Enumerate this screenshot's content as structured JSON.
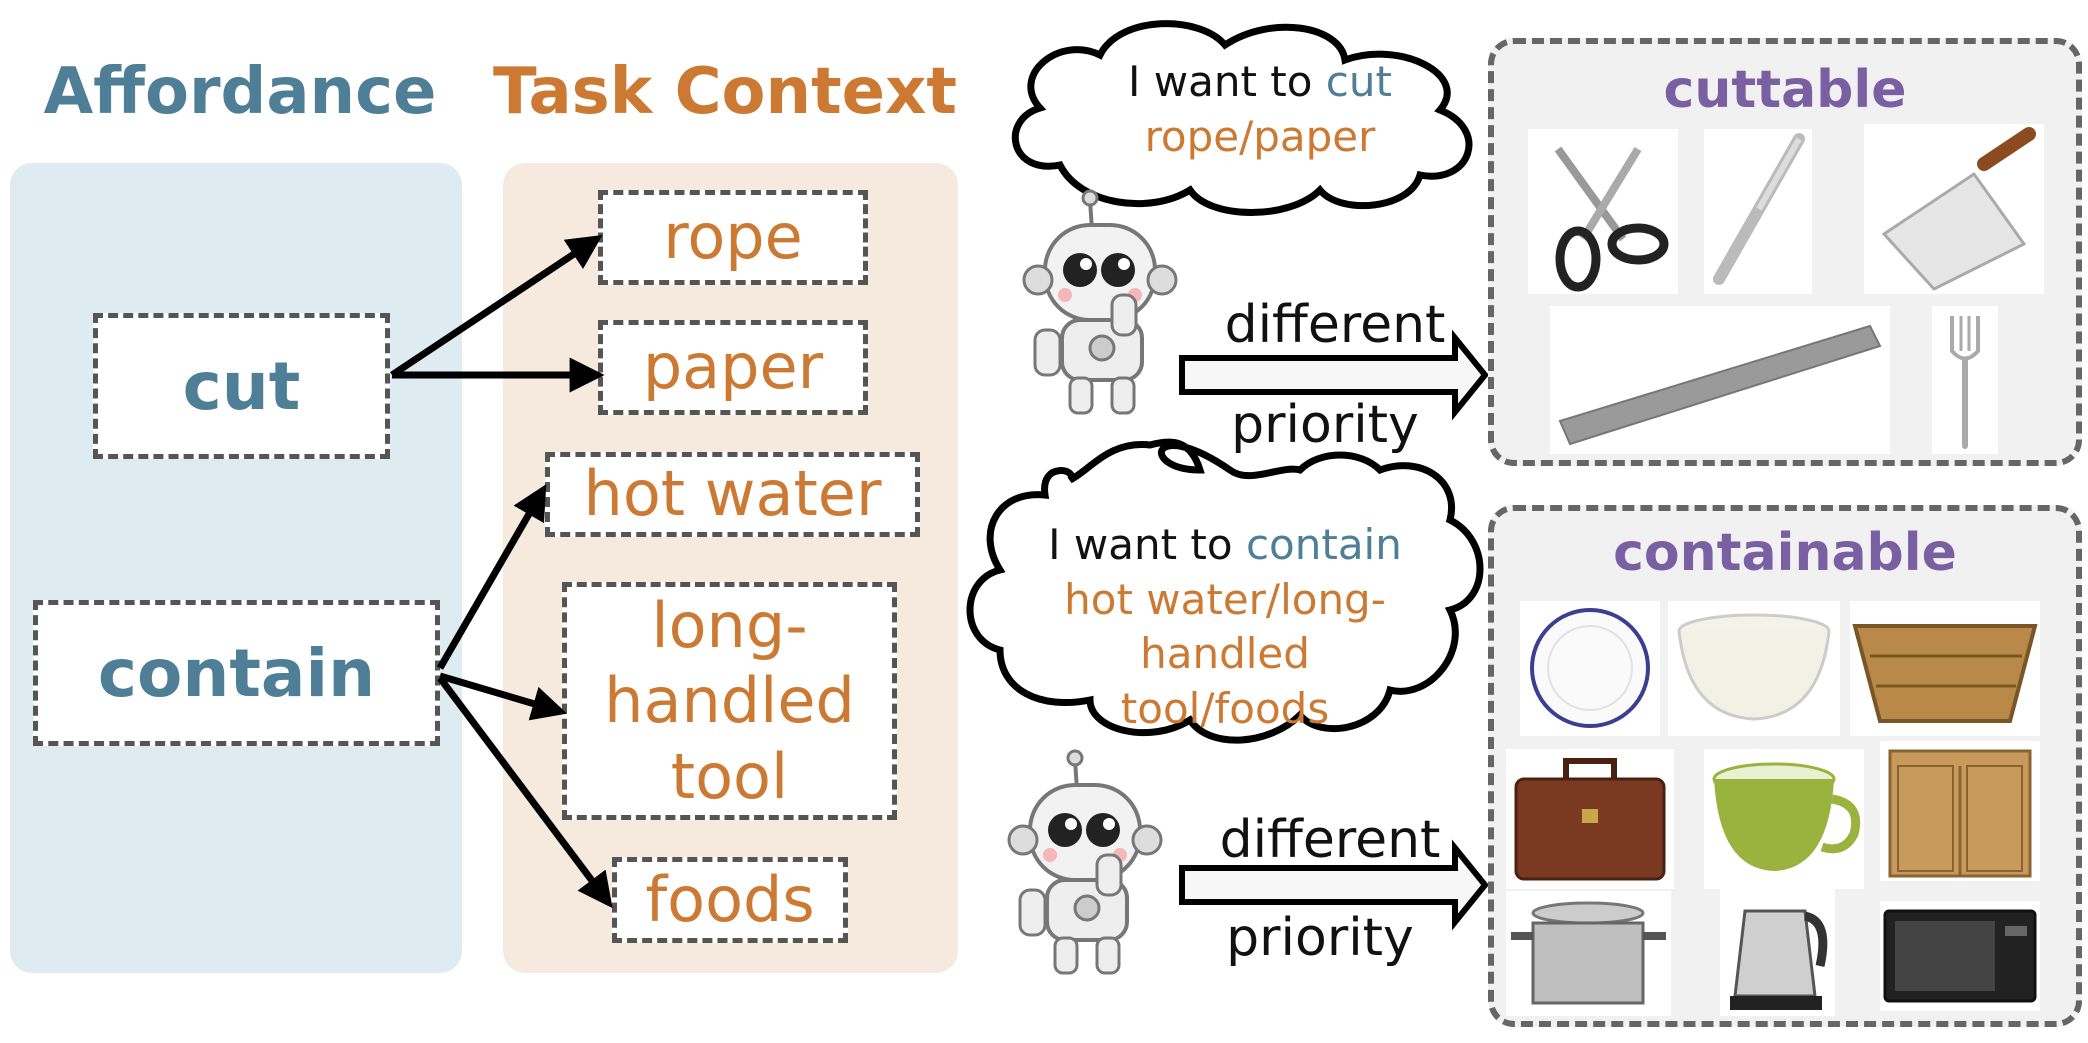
{
  "headings": {
    "affordance": "Affordance",
    "task_context": "Task Context"
  },
  "affordances": [
    "cut",
    "contain"
  ],
  "tasks": [
    "rope",
    "paper",
    "hot water",
    "long-\nhandled\ntool",
    "foods"
  ],
  "bubbles": [
    {
      "prefix": "I want to",
      "verb": "cut",
      "object": "rope/paper"
    },
    {
      "prefix": "I want to",
      "verb": "contain",
      "object_lines": [
        "hot water/long-",
        "handled",
        "tool/foods"
      ]
    }
  ],
  "arrows": [
    {
      "top": "different",
      "bottom": "priority"
    },
    {
      "top": "different",
      "bottom": "priority"
    }
  ],
  "categories": [
    {
      "title": "cuttable",
      "objects": [
        "scissors-icon",
        "knife-icon",
        "cleaver-icon",
        "ruler-icon",
        "fork-icon"
      ]
    },
    {
      "title": "containable",
      "objects": [
        "plate-icon",
        "bowl-icon",
        "basket-icon",
        "briefcase-icon",
        "cup-icon",
        "cabinet-icon",
        "pot-icon",
        "kettle-icon",
        "microwave-icon"
      ]
    }
  ],
  "colors": {
    "affordance": "#4f7f97",
    "task": "#cc7a33",
    "category": "#7b5fa3",
    "affordance_panel": "#deebf0",
    "task_panel": "#f6e9de"
  }
}
